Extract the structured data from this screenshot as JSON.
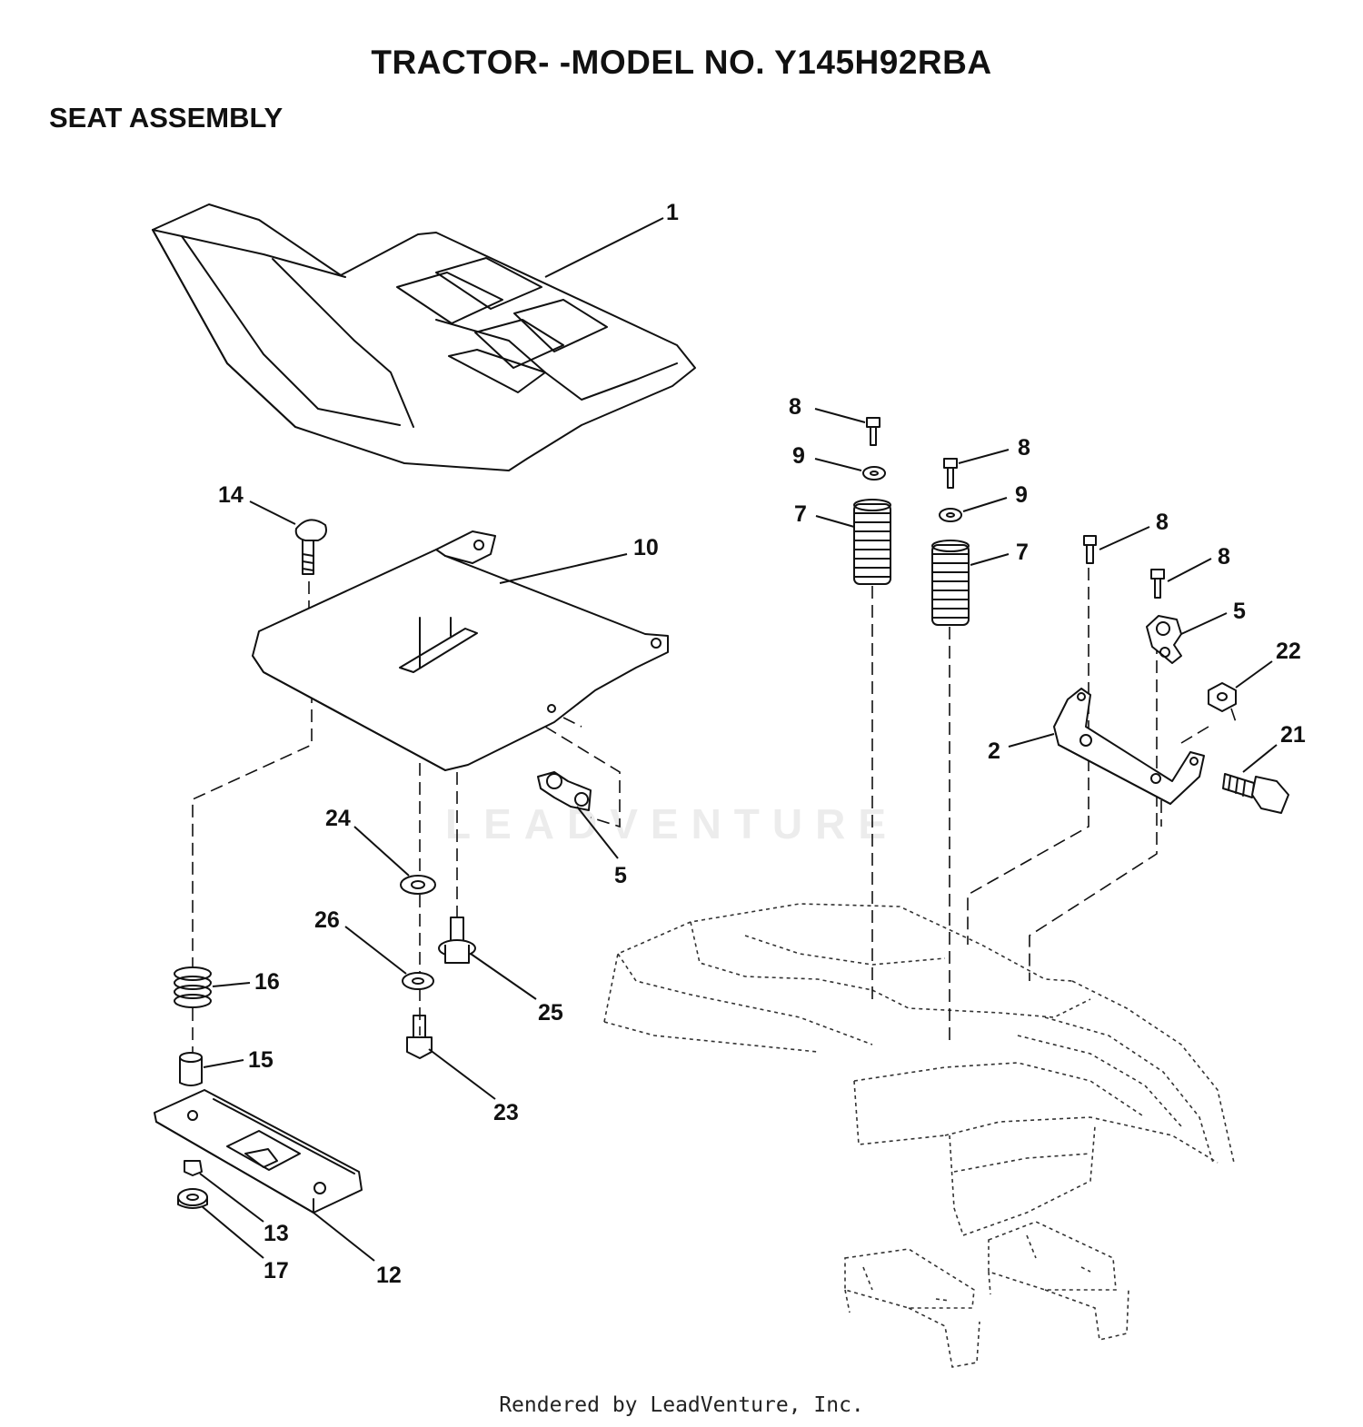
{
  "header": {
    "title": "TRACTOR- -MODEL NO. Y145H92RBA",
    "subtitle": "SEAT ASSEMBLY"
  },
  "callouts": [
    {
      "id": "c1",
      "label": "1",
      "part": "seat"
    },
    {
      "id": "c14",
      "label": "14",
      "part": "carriage-bolt"
    },
    {
      "id": "c10",
      "label": "10",
      "part": "seat-pan"
    },
    {
      "id": "c5a",
      "label": "5",
      "part": "clip"
    },
    {
      "id": "c24",
      "label": "24",
      "part": "washer"
    },
    {
      "id": "c26",
      "label": "26",
      "part": "washer"
    },
    {
      "id": "c25",
      "label": "25",
      "part": "shoulder-bolt"
    },
    {
      "id": "c23",
      "label": "23",
      "part": "bolt"
    },
    {
      "id": "c16",
      "label": "16",
      "part": "spring"
    },
    {
      "id": "c15",
      "label": "15",
      "part": "spacer"
    },
    {
      "id": "c13",
      "label": "13",
      "part": "nut"
    },
    {
      "id": "c17",
      "label": "17",
      "part": "washer"
    },
    {
      "id": "c12",
      "label": "12",
      "part": "adjustment-plate"
    },
    {
      "id": "c8a",
      "label": "8",
      "part": "screw"
    },
    {
      "id": "c9a",
      "label": "9",
      "part": "washer"
    },
    {
      "id": "c7a",
      "label": "7",
      "part": "spring"
    },
    {
      "id": "c8b",
      "label": "8",
      "part": "screw"
    },
    {
      "id": "c9b",
      "label": "9",
      "part": "washer"
    },
    {
      "id": "c7b",
      "label": "7",
      "part": "spring"
    },
    {
      "id": "c8c",
      "label": "8",
      "part": "screw"
    },
    {
      "id": "c8d",
      "label": "8",
      "part": "screw"
    },
    {
      "id": "c5b",
      "label": "5",
      "part": "clip"
    },
    {
      "id": "c22",
      "label": "22",
      "part": "nut"
    },
    {
      "id": "c21",
      "label": "21",
      "part": "shoulder-bolt"
    },
    {
      "id": "c2",
      "label": "2",
      "part": "pivot-bracket"
    }
  ],
  "watermark": "LEADVENTURE",
  "footer": "Rendered by LeadVenture, Inc."
}
